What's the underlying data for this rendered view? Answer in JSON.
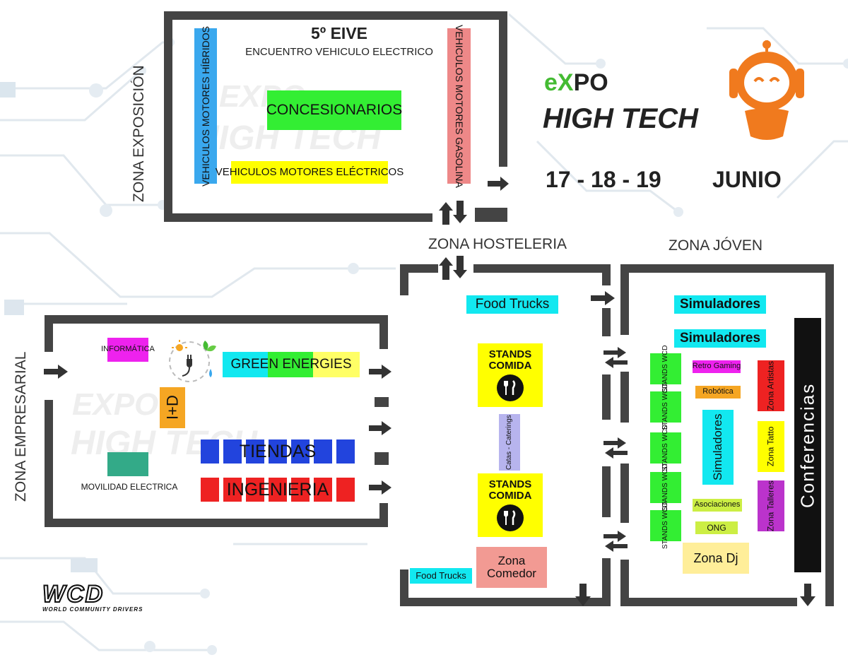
{
  "brand": {
    "expo_e": "e",
    "expo_x": "X",
    "expo_po": "PO",
    "subtitle": "HIGH TECH",
    "dates": "17 - 18 - 19",
    "month": "JUNIO"
  },
  "logo_wcd": {
    "name": "WCD",
    "tagline": "WORLD COMMUNITY DRIVERS"
  },
  "zones": {
    "exposicion": "ZONA EXPOSICIÓN",
    "empresarial": "ZONA EMPRESARIAL",
    "hosteleria": "ZONA HOSTELERIA",
    "joven": "ZONA JÓVEN"
  },
  "eive": {
    "title": "5º EIVE",
    "subtitle": "ENCUENTRO VEHICULO ELECTRICO",
    "hibridos": "VEHICULOS MOTORES HÍBRIDOS",
    "gasolina": "VEHICULOS MOTORES GASOLINA",
    "concesionarios": "CONCESIONARIOS",
    "electricos": "VEHICULOS MOTORES ELÉCTRICOS"
  },
  "empresarial": {
    "informatica": "INFORMÁTICA",
    "green": "GREEN ENERGIES",
    "imasd": "I+D",
    "tiendas": "TIENDAS",
    "movilidad": "MOVILIDAD ELECTRICA",
    "ingenieria": "INGENIERIA"
  },
  "hosteleria": {
    "food_trucks_top": "Food Trucks",
    "stands_comida_1": "STANDS\nCOMIDA",
    "caterings": "Catas - Caterings",
    "stands_comida_2": "STANDS\nCOMIDA",
    "food_trucks_bottom": "Food Trucks",
    "comedor": "Zona\nComedor"
  },
  "joven": {
    "simuladores_1": "Simuladores",
    "simuladores_2": "Simuladores",
    "stands_wcd": [
      "STANDS WCD",
      "STANDS WCD",
      "STANDS WCD",
      "STANDS WCD",
      "STANDS WCD"
    ],
    "retro": "Retro Gaming",
    "robotica": "Robótica",
    "simuladores_v": "Simuladores",
    "asociaciones": "Asociaciones",
    "ong": "ONG",
    "zona_dj": "Zona Dj",
    "artistas": "Zona Artistas",
    "tatto": "Zona Tatto",
    "talleres": "Zona Talleres",
    "conferencias": "Conferencias"
  },
  "colors": {
    "wall": "#444444",
    "cyan": "#12e8f0",
    "yellow": "#ffff00",
    "green": "#33ee33",
    "pink": "#ee8888",
    "blue_light": "#3aa8ee",
    "blue": "#2244dd",
    "red": "#ee2222",
    "magenta": "#ee22ee",
    "orange": "#f5a623",
    "teal": "#33aa88",
    "lavender": "#b7b4ee",
    "salmon": "#f29a93",
    "purple": "#bb33cc",
    "robot": "#f07a1e",
    "expo_green": "#44bb33"
  }
}
